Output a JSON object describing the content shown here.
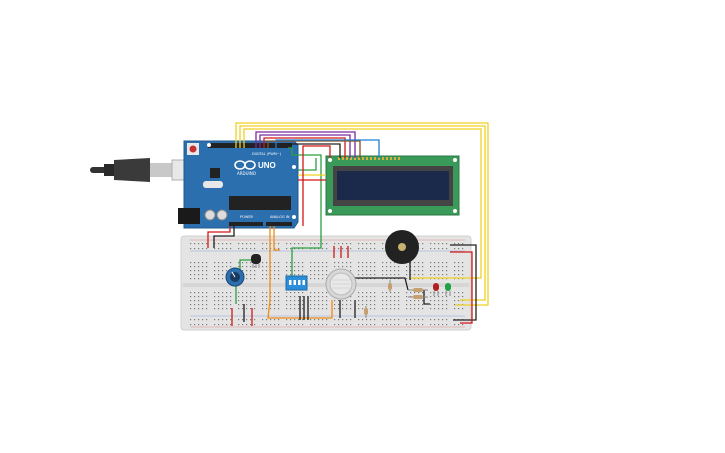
{
  "board": {
    "logo_text": "UNO",
    "brand_text": "ARDUINO",
    "digital_label": "DIGITAL (PWM~)",
    "power_label": "POWER",
    "analog_label": "ANALOG IN"
  },
  "colors": {
    "board": "#2c6fae",
    "breadboard": "#e3e3e3",
    "lcd_pcb": "#3a9a5a",
    "lcd_screen": "#1b2a4a",
    "wire_yellow": "#f0d020",
    "wire_red": "#d01818",
    "wire_black": "#202020",
    "wire_green": "#2aa040",
    "wire_orange": "#f08a10",
    "wire_blue": "#1f7fd0",
    "wire_purple": "#7a2aa0",
    "wire_brown": "#8a5020"
  },
  "components": [
    "arduino-uno-icon",
    "usb-cable-icon",
    "lcd-16x2-icon",
    "breadboard-icon",
    "potentiometer-icon",
    "dip-switch-icon",
    "gas-sensor-icon",
    "piezo-buzzer-icon",
    "red-led-icon",
    "green-led-icon",
    "resistor-icon",
    "transistor-icon"
  ]
}
